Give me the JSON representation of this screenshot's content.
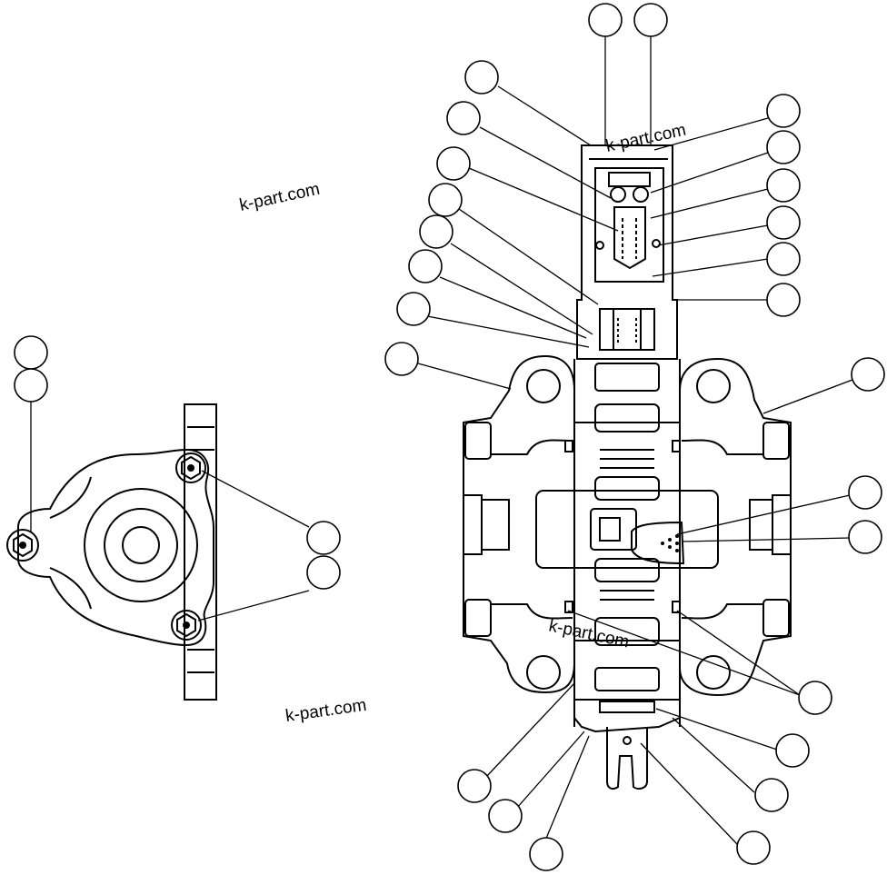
{
  "watermarks": [
    "k-part.com",
    "k-part.com",
    "k-part.com",
    "k-part.com"
  ],
  "parts": {
    "left_view": "bracket-front-view",
    "right_view": "valve-cross-section"
  },
  "callouts": {
    "count": 30,
    "labels_shown": false
  },
  "colors": {
    "line": "#000000",
    "background": "#ffffff"
  }
}
